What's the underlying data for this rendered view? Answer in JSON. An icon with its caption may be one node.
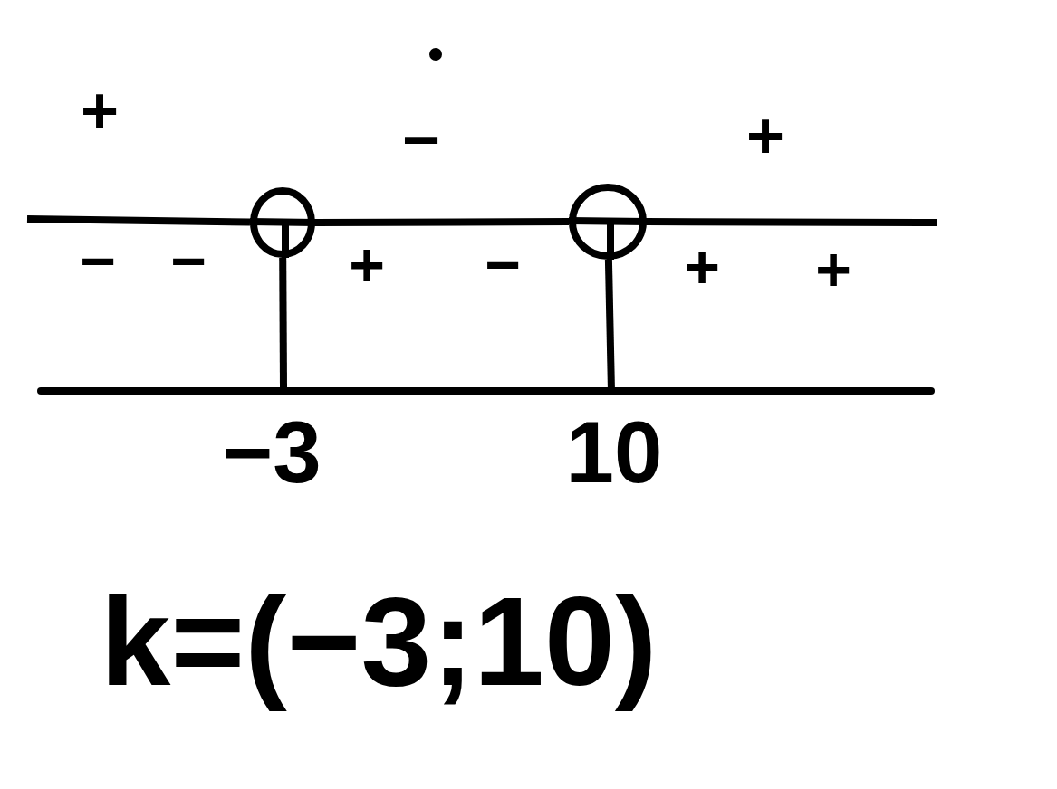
{
  "diagram": {
    "nodes": [
      {
        "text": [],
        "shape": "circle"
      },
      {
        "text": [],
        "shape": "circle"
      },
      {
        "text": [],
        "shape": "bar"
      }
    ],
    "edges": [
      {
        "from": null,
        "to": 0,
        "arrow": "none"
      },
      {
        "from": 0,
        "to": 1,
        "arrow": "none"
      },
      {
        "from": 1,
        "to": null,
        "arrow": "none"
      },
      {
        "from": 0,
        "to": 2,
        "arrow": "none"
      },
      {
        "from": 1,
        "to": 2,
        "arrow": "none"
      }
    ],
    "labels": [
      "+",
      "−",
      "+",
      "−",
      "−",
      "+",
      "−",
      "+",
      "+",
      "−3",
      "10",
      "k=(−3;10)"
    ]
  }
}
